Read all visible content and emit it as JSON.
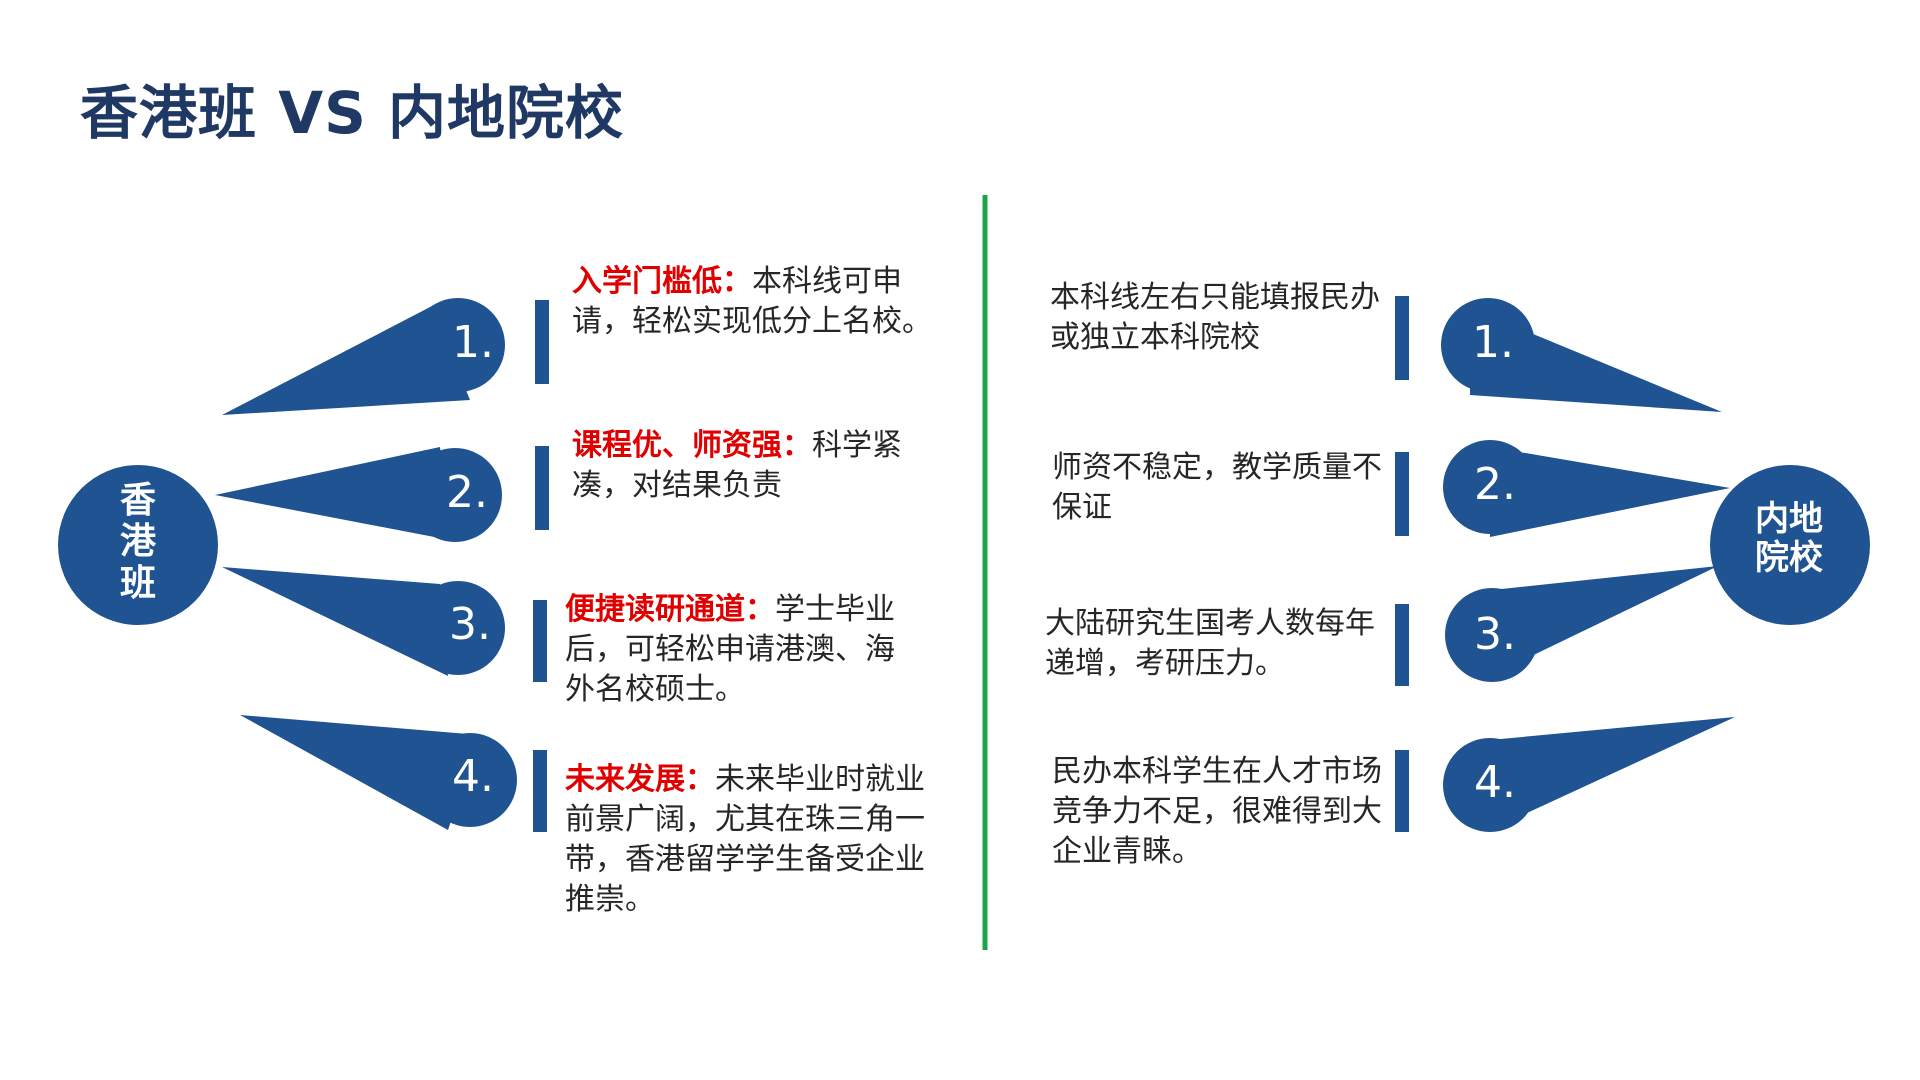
{
  "title": "香港班 VS 内地院校",
  "left_hub": {
    "label_line1": "香",
    "label_line2": "港",
    "label_line3": "班"
  },
  "right_hub": {
    "label_line1": "内地",
    "label_line2": "院校"
  },
  "colors": {
    "primary": "#1f5391",
    "title": "#1f3864",
    "highlight": "#e00000",
    "divider": "#1aa34a"
  },
  "left_items": [
    {
      "num": "1.",
      "highlight": "入学门槛低：",
      "text": "本科线可申请，轻松实现低分上名校。"
    },
    {
      "num": "2.",
      "highlight": "课程优、师资强：",
      "text": "科学紧凑，对结果负责"
    },
    {
      "num": "3.",
      "highlight": "便捷读研通道：",
      "text": "学士毕业后，可轻松申请港澳、海外名校硕士。"
    },
    {
      "num": "4.",
      "highlight": "未来发展：",
      "text": "未来毕业时就业前景广阔，尤其在珠三角一带，香港留学学生备受企业推崇。"
    }
  ],
  "right_items": [
    {
      "num": "1.",
      "text": "本科线左右只能填报民办或独立本科院校"
    },
    {
      "num": "2.",
      "text": "师资不稳定，教学质量不保证"
    },
    {
      "num": "3.",
      "text": "大陆研究生国考人数每年递增，考研压力。"
    },
    {
      "num": "4.",
      "text": "民办本科学生在人才市场竞争力不足，很难得到大企业青睐。"
    }
  ]
}
